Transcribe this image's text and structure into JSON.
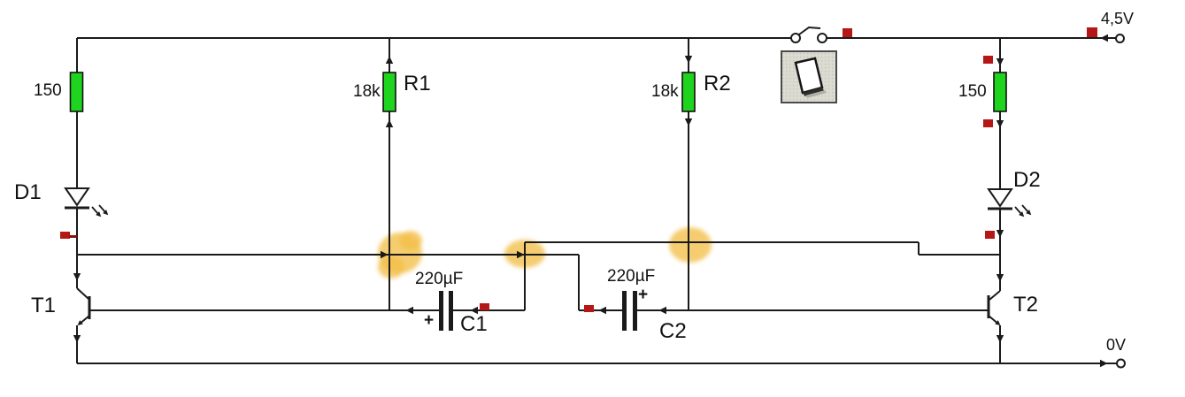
{
  "colors": {
    "wire": "#1a1a1a",
    "resistor_green": "#1fd41f",
    "marker_red": "#b51616",
    "highlight_yellow": "#f2bf49",
    "label_text": "#111111",
    "switch_button_bg": "#dbdbd2",
    "switch_button_border": "#4a4a4a"
  },
  "power": {
    "positive_label": "4,5V",
    "negative_label": "0V"
  },
  "switch": {
    "state": "open"
  },
  "components": {
    "r_left": {
      "value": "150"
    },
    "r1": {
      "name": "R1",
      "value": "18k"
    },
    "r2": {
      "name": "R2",
      "value": "18k"
    },
    "r_right": {
      "value": "150"
    },
    "d1": {
      "name": "D1"
    },
    "d2": {
      "name": "D2"
    },
    "t1": {
      "name": "T1"
    },
    "t2": {
      "name": "T2"
    },
    "c1": {
      "name": "C1",
      "value": "220µF",
      "polarity_label": "+"
    },
    "c2": {
      "name": "C2",
      "value": "220µF",
      "polarity_label": "+"
    }
  }
}
